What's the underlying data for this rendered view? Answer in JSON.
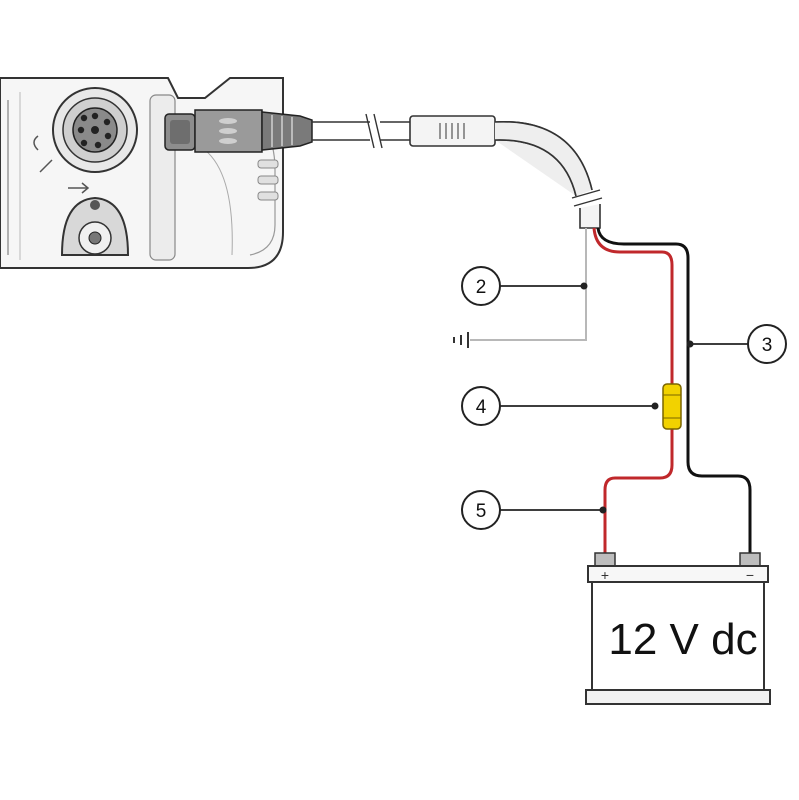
{
  "callouts": [
    {
      "id": "2",
      "label": "2"
    },
    {
      "id": "3",
      "label": "3"
    },
    {
      "id": "4",
      "label": "4"
    },
    {
      "id": "5",
      "label": "5"
    }
  ],
  "battery": {
    "label": "12 V dc",
    "positive_symbol": "+",
    "negative_symbol": "−"
  },
  "colors": {
    "red_wire": "#c0282b",
    "black_wire": "#111111",
    "ground_wire": "#b8b8b8",
    "fuse": "#f2d200",
    "outline": "#333333"
  }
}
